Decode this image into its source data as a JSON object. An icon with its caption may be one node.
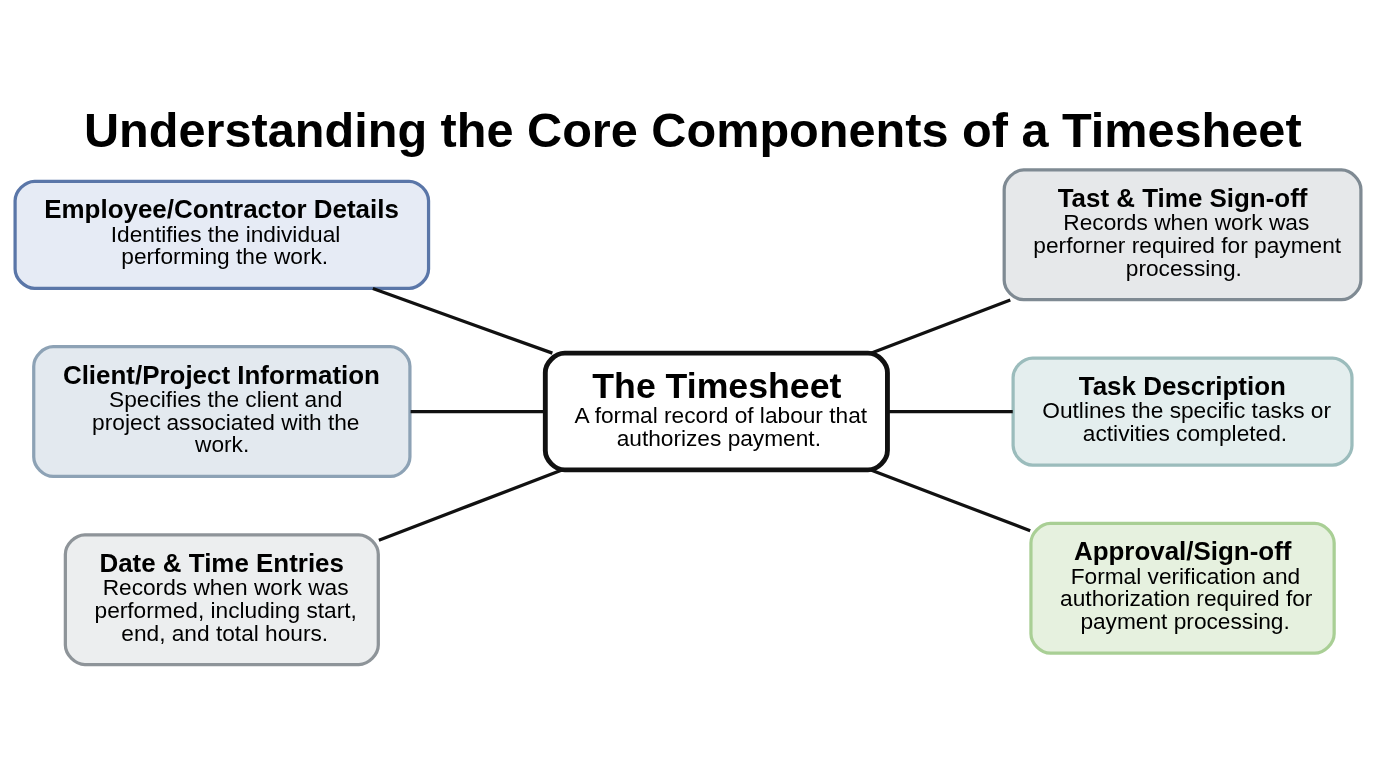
{
  "diagram": {
    "title": "Understanding the Core Components of a Timesheet",
    "nodes": [
      {
        "text": [
          "The Timesheet",
          "A formal record of labour that authorizes payment."
        ]
      },
      {
        "text": [
          "Employee/Contractor Details",
          "Identifies the individual performing the work."
        ]
      },
      {
        "text": [
          "Client/Project Information",
          "Specifies the client and project associated with the work."
        ]
      },
      {
        "text": [
          "Date & Time Entries",
          "Records when work was performed, including start, end, and total hours."
        ]
      },
      {
        "text": [
          "Tast & Time Sign-off",
          "Records when work was perforner required for payment processing."
        ]
      },
      {
        "text": [
          "Task Description",
          "Outlines the specific tasks or activities completed."
        ]
      },
      {
        "text": [
          "Approval/Sign-off",
          "Formal verification and authorization required for payment processing."
        ]
      }
    ],
    "edges": [
      {
        "from": 1,
        "to": 0,
        "arrow": "none"
      },
      {
        "from": 2,
        "to": 0,
        "arrow": "none"
      },
      {
        "from": 3,
        "to": 0,
        "arrow": "none"
      },
      {
        "from": 0,
        "to": 4,
        "arrow": "none"
      },
      {
        "from": 0,
        "to": 5,
        "arrow": "none"
      },
      {
        "from": 0,
        "to": 6,
        "arrow": "none"
      }
    ]
  }
}
